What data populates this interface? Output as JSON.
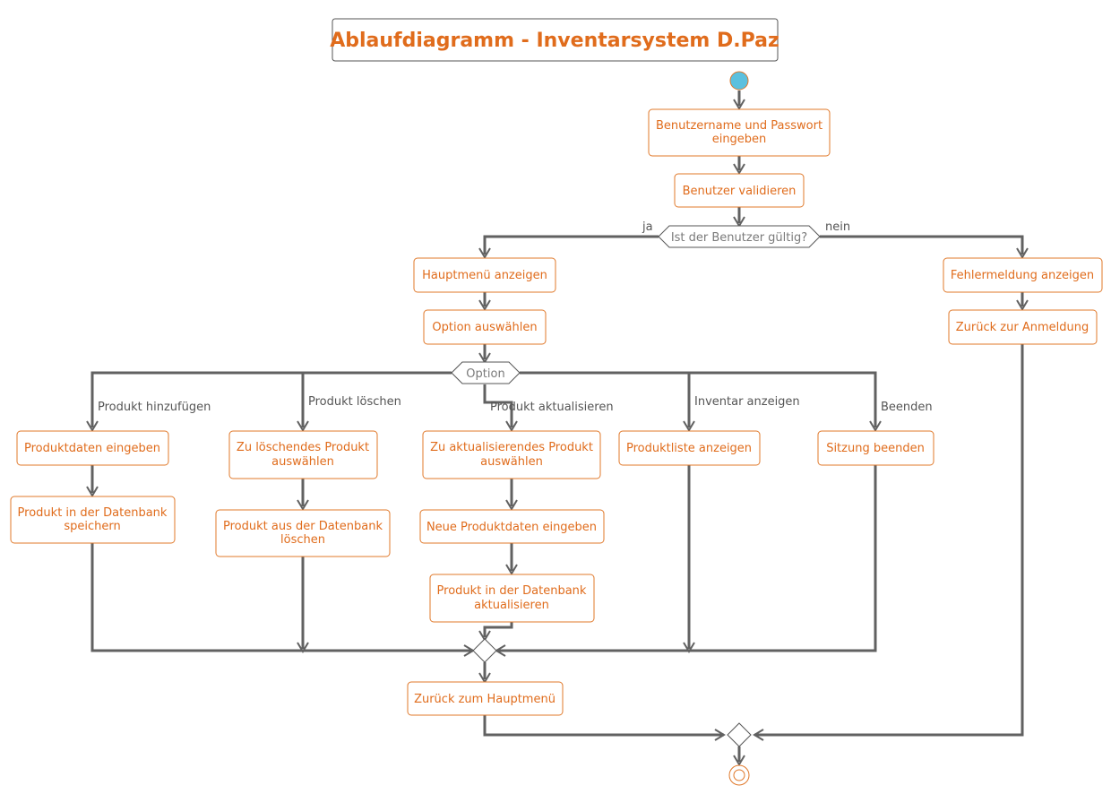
{
  "title": "Ablaufdiagramm - Inventarsystem D.Paz",
  "colors": {
    "accent": "#e06c1c",
    "node_border": "#e0782a",
    "edge": "#616161",
    "start_fill": "#5bc0de",
    "decision_text": "#7a7a7a"
  },
  "nodes": {
    "login": [
      "Benutzername und Passwort",
      "eingeben"
    ],
    "validate": [
      "Benutzer validieren"
    ],
    "main_menu": [
      "Hauptmenü anzeigen"
    ],
    "choose_option": [
      "Option auswählen"
    ],
    "error": [
      "Fehlermeldung anzeigen"
    ],
    "back_login": [
      "Zurück zur Anmeldung"
    ],
    "enter_product": [
      "Produktdaten eingeben"
    ],
    "save_product": [
      "Produkt in der Datenbank",
      "speichern"
    ],
    "select_delete": [
      "Zu löschendes Produkt",
      "auswählen"
    ],
    "delete_product": [
      "Produkt aus der Datenbank",
      "löschen"
    ],
    "select_update": [
      "Zu aktualisierendes Produkt",
      "auswählen"
    ],
    "enter_new": [
      "Neue Produktdaten eingeben"
    ],
    "update_product": [
      "Produkt in der Datenbank",
      "aktualisieren"
    ],
    "product_list": [
      "Produktliste anzeigen"
    ],
    "end_session": [
      "Sitzung beenden"
    ],
    "back_main": [
      "Zurück zum Hauptmenü"
    ]
  },
  "decisions": {
    "valid_user": "Ist der Benutzer gültig?",
    "option": "Option"
  },
  "edge_labels": {
    "yes": "ja",
    "no": "nein",
    "add": "Produkt hinzufügen",
    "delete": "Produkt löschen",
    "update": "Produkt aktualisieren",
    "inventory": "Inventar anzeigen",
    "quit": "Beenden"
  }
}
